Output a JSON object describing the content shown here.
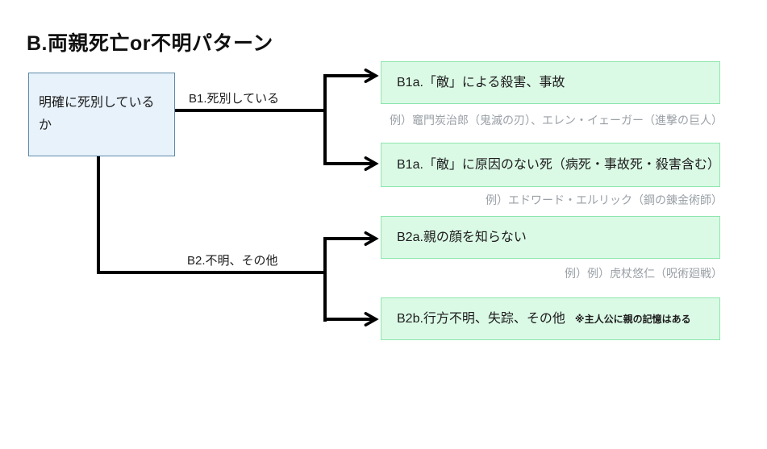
{
  "title": "B.両親死亡or不明パターン",
  "root": {
    "label": "明確に死別しているか"
  },
  "branches": [
    {
      "id": "B1",
      "label": "B1.死別している"
    },
    {
      "id": "B2",
      "label": "B2.不明、その他"
    }
  ],
  "leaves": [
    {
      "label": "B1a.「敵」による殺害、事故",
      "note": "",
      "example": "例）竈門炭治郎（鬼滅の刃）、エレン・イェーガー（進撃の巨人）"
    },
    {
      "label": "B1a.「敵」に原因のない死（病死・事故死・殺害含む）",
      "note": "",
      "example": "例）エドワード・エルリック（鋼の錬金術師）"
    },
    {
      "label": "B2a.親の顔を知らない",
      "note": "",
      "example": "例）例）虎杖悠仁（呪術廻戦）"
    },
    {
      "label": "B2b.行方不明、失踪、その他",
      "note": "※主人公に親の記憶はある",
      "example": ""
    }
  ],
  "colors": {
    "root_fill": "#e7f2fb",
    "root_border": "#5f8aa8",
    "leaf_fill": "#dbfae6",
    "leaf_border": "#8ee6ae",
    "caption_text": "#9aa0a6",
    "connector": "#000000",
    "background": "#ffffff"
  }
}
